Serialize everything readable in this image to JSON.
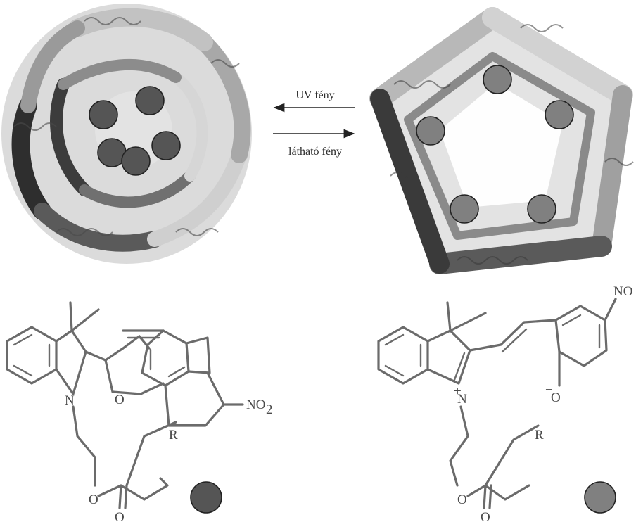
{
  "arrows": {
    "top_label": "UV fény",
    "bottom_label": "látható fény"
  },
  "colors": {
    "dark_ion": "#555555",
    "light_ion": "#808080",
    "molecule_stroke": "#6b6b6b"
  },
  "left_molecule": {
    "atoms": {
      "n": "N",
      "o_ring": "O",
      "no2_main": "NO",
      "no2_sub": "2",
      "o_ester": "O",
      "o_carbonyl": "O",
      "r": "R"
    }
  },
  "right_molecule": {
    "atoms": {
      "plus": "+",
      "n": "N",
      "o_minus_sign": "−",
      "o_phenolate": "O",
      "no2_main": "NO",
      "o_ester": "O",
      "o_carbonyl": "O",
      "r": "R"
    }
  }
}
